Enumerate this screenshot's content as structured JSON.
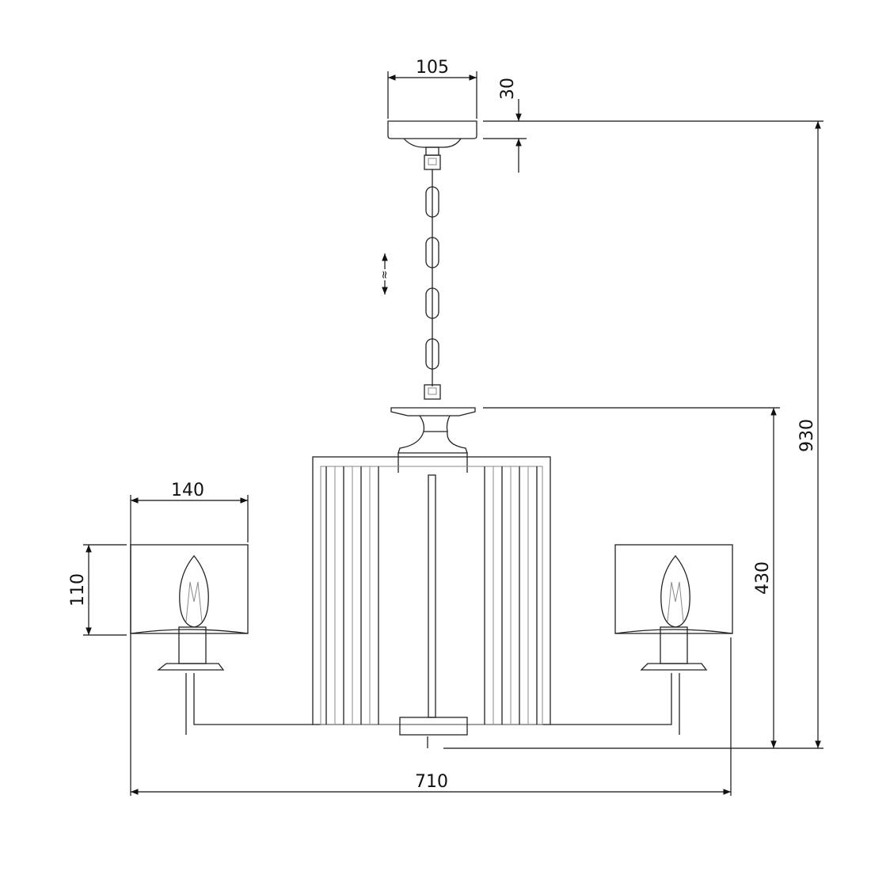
{
  "drawing": {
    "dimensions": {
      "canopy_width": "105",
      "canopy_height": "30",
      "total_height": "930",
      "body_height": "430",
      "shade_width": "140",
      "shade_height": "110",
      "total_width": "710",
      "chain_adjustable": "≈"
    },
    "colors": {
      "line": "#222222",
      "background": "#ffffff"
    }
  }
}
